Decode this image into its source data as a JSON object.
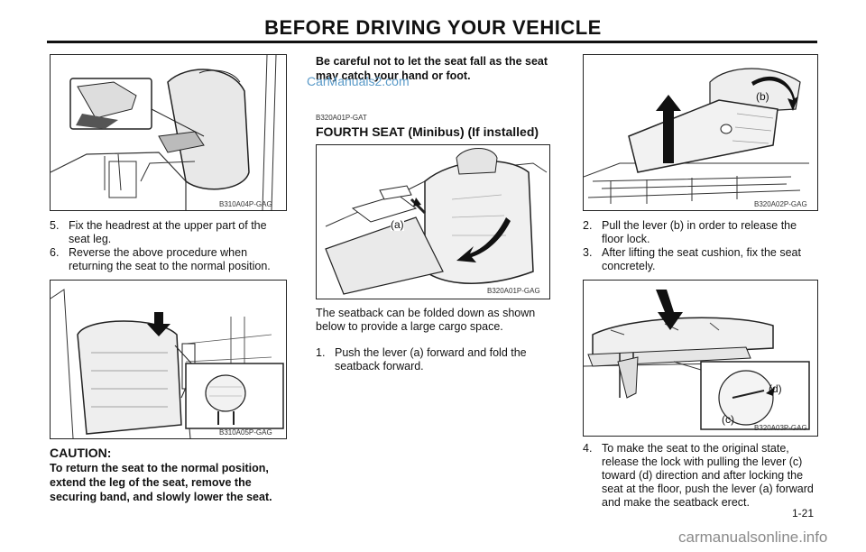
{
  "header": {
    "title": "BEFORE DRIVING YOUR VEHICLE"
  },
  "watermark": "CarManuals2.com",
  "footer": {
    "site": "carmanualsonline.info",
    "page_number": "1-21"
  },
  "left": {
    "figure1_code": "B310A04P-GAG",
    "steps": [
      {
        "num": "5.",
        "text": "Fix the headrest at the upper part of the seat leg."
      },
      {
        "num": "6.",
        "text": "Reverse the above procedure when returning the seat to the normal position."
      }
    ],
    "figure2_code": "B310A05P-GAG",
    "caution_title": "CAUTION:",
    "caution_text": "To return the seat to the normal position, extend the leg of the seat, remove the securing band, and slowly lower the seat."
  },
  "middle": {
    "warning_text": "Be careful not to let the seat fall as the seat may catch your hand or foot.",
    "section_code": "B320A01P-GAT",
    "section_title": "FOURTH SEAT (Minibus) (If installed)",
    "figure_code": "B320A01P-GAG",
    "figure_label_a": "(a)",
    "intro": "The seatback can be folded down as shown below to provide a large cargo space.",
    "steps": [
      {
        "num": "1.",
        "text": "Push the lever (a) forward and fold the seatback forward."
      }
    ]
  },
  "right": {
    "figure1_code": "B320A02P-GAG",
    "figure1_label_b": "(b)",
    "steps_a": [
      {
        "num": "2.",
        "text": "Pull the lever (b) in order to release the floor lock."
      },
      {
        "num": "3.",
        "text": "After lifting the seat cushion, fix the seat concretely."
      }
    ],
    "figure2_code": "B320A03P-GAG",
    "figure2_label_c": "(c)",
    "figure2_label_d": "(d)",
    "steps_b": [
      {
        "num": "4.",
        "text": "To make the seat to the original state, release the lock with pulling the lever (c) toward (d) direction and after locking the seat at the floor, push the lever (a) forward and make the seatback erect."
      }
    ]
  }
}
